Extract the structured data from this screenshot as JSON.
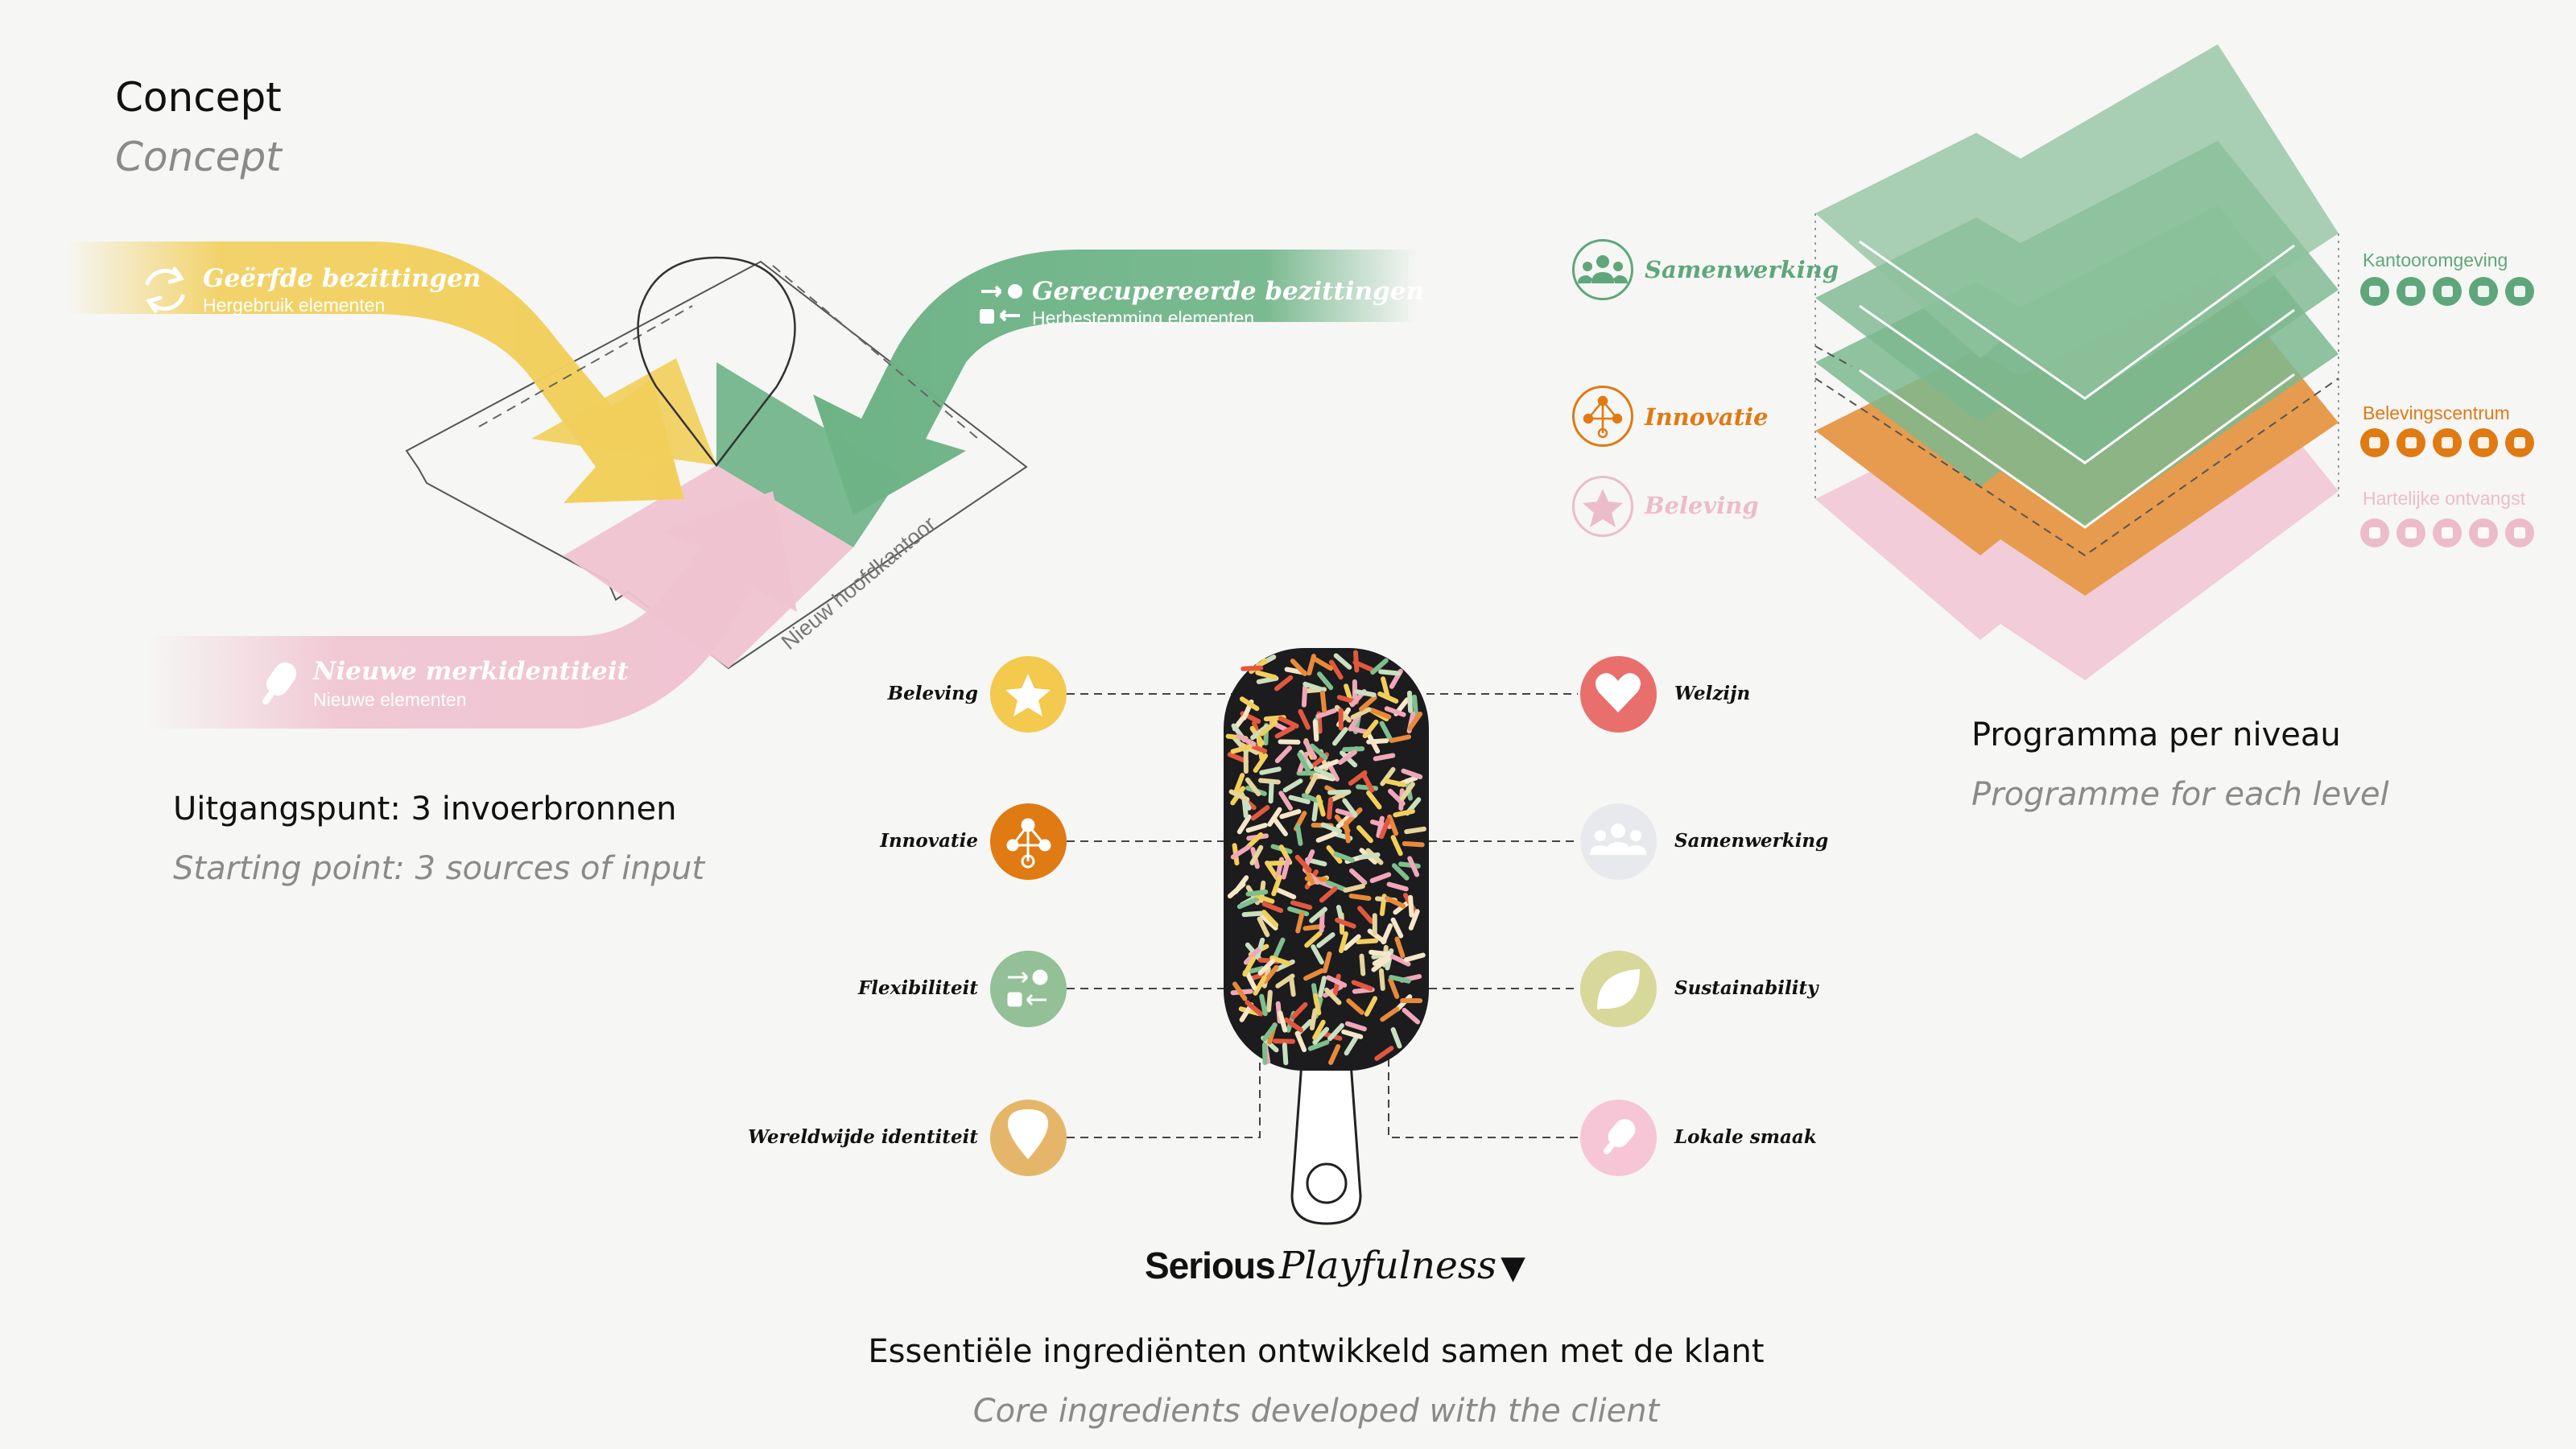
{
  "header": {
    "title_nl": "Concept",
    "title_en": "Concept"
  },
  "inputs": {
    "caption_nl": "Uitgangspunt: 3 invoerbronnen",
    "caption_en": "Starting point: 3 sources of input",
    "building_label": "Nieuw hoofdkantoor",
    "sources": [
      {
        "title": "Geërfde bezittingen",
        "subtitle": "Hergebruik elementen",
        "color": "#f2cf5b",
        "icon": "recycle-icon"
      },
      {
        "title": "Gerecupereerde bezittingen",
        "subtitle": "Herbestemming elementen",
        "color": "#6db386",
        "icon": "shapes-icon"
      },
      {
        "title": "Nieuwe merkidentiteit",
        "subtitle": "Nieuwe elementen",
        "color": "#f0c3d1",
        "icon": "popsicle-icon"
      }
    ]
  },
  "ingredients": {
    "caption_nl": "Essentiële ingrediënten ontwikkeld samen met de klant",
    "caption_en": "Core ingredients developed with the client",
    "brand_word1": "Serious",
    "brand_word2": "Playfulness",
    "brand_mark": "▼",
    "left": [
      {
        "label": "Beleving",
        "color": "#f3c94e",
        "icon": "star-icon"
      },
      {
        "label": "Innovatie",
        "color": "#e07a12",
        "icon": "network-icon"
      },
      {
        "label": "Flexibiliteit",
        "color": "#93c096",
        "icon": "shapes-icon"
      },
      {
        "label": "Wereldwijde identiteit",
        "color": "#e5b66a",
        "icon": "location-pin-icon"
      }
    ],
    "right": [
      {
        "label": "Welzijn",
        "color": "#e86f6c",
        "icon": "heart-icon"
      },
      {
        "label": "Samenwerking",
        "color": "#e8e9ec",
        "icon": "people-icon"
      },
      {
        "label": "Sustainability",
        "color": "#d8d89a",
        "icon": "leaf-icon"
      },
      {
        "label": "Lokale smaak",
        "color": "#f6c6d6",
        "icon": "popsicle-icon"
      }
    ]
  },
  "levels": {
    "caption_nl": "Programma per niveau",
    "caption_en": "Programme for each level",
    "left_labels": [
      {
        "label": "Samenwerking",
        "color": "#5fa77a",
        "icon": "people-icon"
      },
      {
        "label": "Innovatie",
        "color": "#e07a12",
        "icon": "network-icon"
      },
      {
        "label": "Beleving",
        "color": "#ecbccb",
        "icon": "star-icon"
      }
    ],
    "right_labels": [
      {
        "label": "Kantooromgeving",
        "color": "#5fa77a",
        "icons": [
          "pen-icon",
          "cup-icon",
          "desk-icon",
          "screen-icon",
          "board-icon"
        ]
      },
      {
        "label": "Belevingscentrum",
        "color": "#e07a12",
        "icons": [
          "star-icon",
          "leaf-icon",
          "hands-icon",
          "person-icon",
          "flower-icon"
        ]
      },
      {
        "label": "Hartelijke ontvangst",
        "color": "#ecbccb",
        "icons": [
          "pen-icon",
          "cutlery-icon",
          "cup-icon",
          "hand-icon",
          "lightbulb-icon"
        ]
      }
    ]
  }
}
